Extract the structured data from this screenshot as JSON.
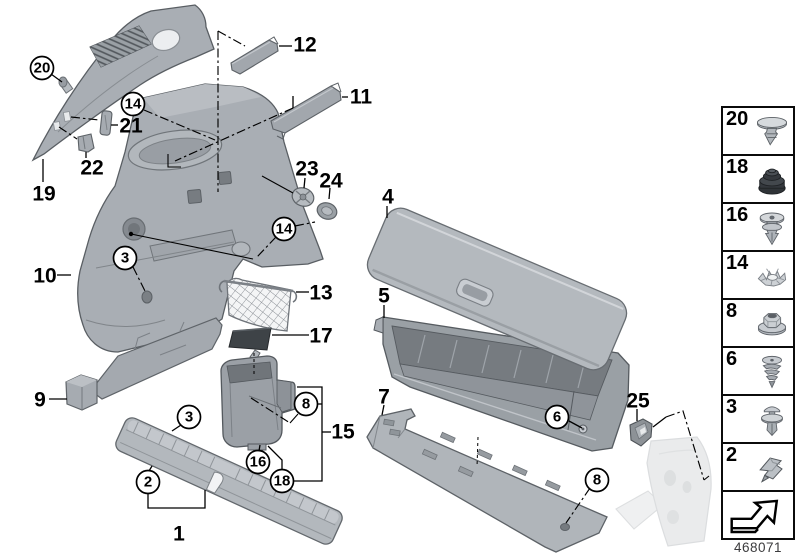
{
  "figure": {
    "number": "468071"
  },
  "palette": {
    "background": "#ffffff",
    "line": "#000000",
    "part_gray": "#a9aeb4",
    "part_gray_dark": "#70757a",
    "part_gray_light": "#c7cbd0",
    "mat_dark": "#3e4347",
    "ghost_gray": "#d9dbdd"
  },
  "callouts": {
    "c1": "1",
    "c2": "2",
    "c3a": "3",
    "c3b": "3",
    "c4": "4",
    "c5": "5",
    "c6": "6",
    "c7": "7",
    "c8a": "8",
    "c8b": "8",
    "c9": "9",
    "c10": "10",
    "c11": "11",
    "c12": "12",
    "c13": "13",
    "c14a": "14",
    "c14b": "14",
    "c15": "15",
    "c16": "16",
    "c17": "17",
    "c18": "18",
    "c19": "19",
    "c20": "20",
    "c21": "21",
    "c22": "22",
    "c23": "23",
    "c24": "24",
    "c25": "25"
  },
  "legend": {
    "items": [
      {
        "label": "20",
        "icon": "screw-rivet"
      },
      {
        "label": "18",
        "icon": "grommet-plug"
      },
      {
        "label": "16",
        "icon": "trim-clip"
      },
      {
        "label": "14",
        "icon": "star-lock-washer"
      },
      {
        "label": "8",
        "icon": "flange-nut"
      },
      {
        "label": "6",
        "icon": "expanding-screw"
      },
      {
        "label": "3",
        "icon": "expanding-rivet"
      },
      {
        "label": "2",
        "icon": "sheet-metal-clip"
      }
    ],
    "continuation_icon": "continuation-arrow"
  }
}
